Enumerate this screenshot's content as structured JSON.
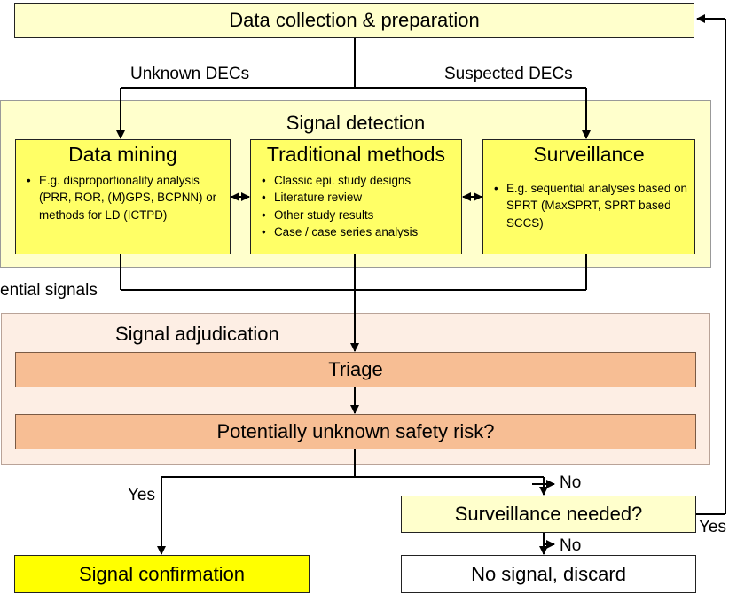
{
  "colors": {
    "cream": "#ffffcc",
    "panel_yellow": "#ffffcc",
    "method_yellow": "#ffff66",
    "adjudication_bg": "#fdeee4",
    "triage_orange": "#f7be94",
    "confirm_yellow": "#ffff00",
    "white": "#ffffff"
  },
  "nodes": {
    "data_collection": "Data collection & preparation",
    "signal_detection": "Signal detection",
    "data_mining": {
      "title": "Data mining",
      "items": [
        "E.g. disproportionality analysis (PRR, ROR, (M)GPS, BCPNN) or methods for LD (ICTPD)"
      ]
    },
    "traditional_methods": {
      "title": "Traditional methods",
      "items": [
        "Classic epi. study designs",
        "Literature review",
        "Other study results",
        "Case / case series analysis"
      ]
    },
    "surveillance": {
      "title": "Surveillance",
      "items": [
        "E.g. sequential analyses based on SPRT (MaxSPRT, SPRT based SCCS)"
      ]
    },
    "signal_adjudication": "Signal adjudication",
    "triage": "Triage",
    "safety_risk": "Potentially unknown safety risk?",
    "surveillance_needed": "Surveillance needed?",
    "signal_confirmation": "Signal confirmation",
    "no_signal": "No signal, discard"
  },
  "edge_labels": {
    "unknown_decs": "Unknown DECs",
    "suspected_decs": "Suspected DECs",
    "potential_signals": "ential signals",
    "yes_left": "Yes",
    "no_upper": "No",
    "no_lower": "No",
    "yes_right": "Yes"
  }
}
